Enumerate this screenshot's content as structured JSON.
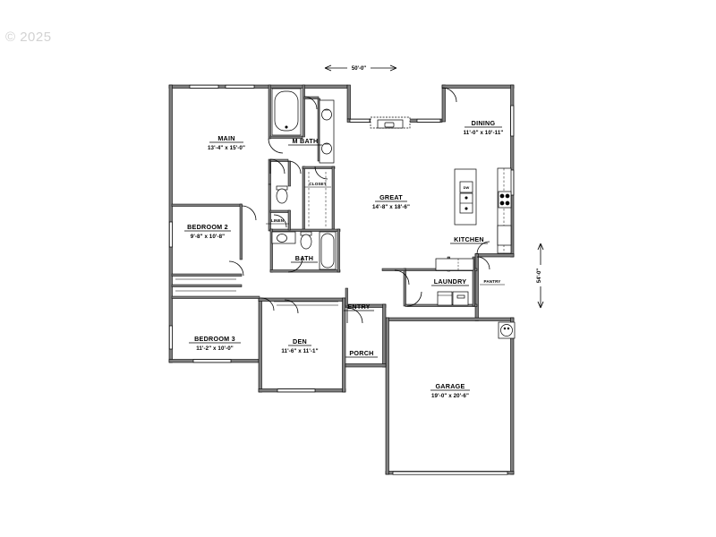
{
  "document": {
    "type": "architectural-floor-plan",
    "watermark": "© 2025",
    "background_color": "#ffffff",
    "line_color": "#000000",
    "wall_fill": "#808080"
  },
  "overall_dimensions": {
    "width_label": "50'-0\"",
    "depth_label": "54'-0\""
  },
  "rooms": [
    {
      "id": "main",
      "name": "MAIN",
      "dimensions": "13'-4\" x 15'-0\""
    },
    {
      "id": "mbath",
      "name": "M BATH",
      "dimensions": ""
    },
    {
      "id": "closet",
      "name": "CLOSET",
      "dimensions": ""
    },
    {
      "id": "linen",
      "name": "LINEN",
      "dimensions": ""
    },
    {
      "id": "bedroom2",
      "name": "BEDROOM 2",
      "dimensions": "9'-8\" x 10'-8\""
    },
    {
      "id": "bath",
      "name": "BATH",
      "dimensions": ""
    },
    {
      "id": "bedroom3",
      "name": "BEDROOM 3",
      "dimensions": "11'-2\" x 10'-0\""
    },
    {
      "id": "den",
      "name": "DEN",
      "dimensions": "11'-6\" x 11'-1\""
    },
    {
      "id": "entry",
      "name": "ENTRY",
      "dimensions": ""
    },
    {
      "id": "porch",
      "name": "PORCH",
      "dimensions": ""
    },
    {
      "id": "great",
      "name": "GREAT",
      "dimensions": "14'-8\" x 18'-6\""
    },
    {
      "id": "dining",
      "name": "DINING",
      "dimensions": "11'-0\" x 10'-11\""
    },
    {
      "id": "kitchen",
      "name": "KITCHEN",
      "dimensions": ""
    },
    {
      "id": "laundry",
      "name": "LAUNDRY",
      "dimensions": ""
    },
    {
      "id": "pantry",
      "name": "PANTRY",
      "dimensions": ""
    },
    {
      "id": "garage",
      "name": "GARAGE",
      "dimensions": "19'-0\" x 20'-6\""
    }
  ],
  "appliances": [
    {
      "id": "dw",
      "label": "DW",
      "room": "kitchen"
    }
  ],
  "fixtures": [
    {
      "name": "bathtub",
      "room": "mbath"
    },
    {
      "name": "double-vanity",
      "room": "mbath"
    },
    {
      "name": "toilet",
      "room": "mbath"
    },
    {
      "name": "sink",
      "room": "bath"
    },
    {
      "name": "toilet",
      "room": "bath"
    },
    {
      "name": "bathtub",
      "room": "bath"
    },
    {
      "name": "kitchen-sink",
      "room": "kitchen"
    },
    {
      "name": "cooktop",
      "room": "kitchen"
    },
    {
      "name": "island",
      "room": "kitchen"
    },
    {
      "name": "fireplace",
      "room": "great"
    },
    {
      "name": "washer",
      "room": "laundry"
    },
    {
      "name": "dryer",
      "room": "laundry"
    },
    {
      "name": "water-heater",
      "room": "garage"
    }
  ]
}
